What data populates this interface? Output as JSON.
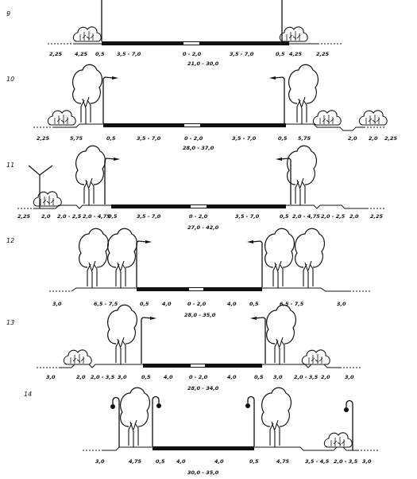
{
  "figure": {
    "sections": [
      {
        "number": "9",
        "widths": [
          "2,25",
          "4,25",
          "0,5",
          "3,5 - 7,0",
          "0 - 2,0",
          "3,5 - 7,0",
          "0,5",
          "4,25",
          "2,25"
        ],
        "total": "21,0 - 30,0"
      },
      {
        "number": "10",
        "widths": [
          "2,25",
          "5,75",
          "0,5",
          "3,5 - 7,0",
          "0 - 2,0",
          "3,5 - 7,0",
          "0,5",
          "5,75",
          "2,0",
          "2,0",
          "2,25"
        ],
        "total": "28,0 - 37,0"
      },
      {
        "number": "11",
        "widths": [
          "2,25",
          "2,0",
          "2,0 - 2,5",
          "2,0 - 4,75",
          "0,5",
          "3,5 - 7,0",
          "0 - 2,0",
          "3,5 - 7,0",
          "0,5",
          "2,0 - 4,75",
          "2,0 - 2,5",
          "2,0",
          "2,25"
        ],
        "total": "27,0 - 42,0"
      },
      {
        "number": "12",
        "widths": [
          "3,0",
          "6,5 - 7,5",
          "0,5",
          "4,0",
          "0 - 2,0",
          "4,0",
          "0,5",
          "6,5 - 7,5",
          "3,0"
        ],
        "total": "28,0 - 35,0"
      },
      {
        "number": "13",
        "widths": [
          "3,0",
          "2,0",
          "2,0 - 3,5",
          "3,0",
          "0,5",
          "4,0",
          "0 - 2,0",
          "4,0",
          "0,5",
          "3,0",
          "2,0 - 3,5",
          "2,0",
          "3,0"
        ],
        "total": "28,0 - 34,0"
      },
      {
        "number": "14",
        "widths": [
          "3,0",
          "4,75",
          "0,5",
          "4,0",
          "4,0",
          "0,5",
          "4,75",
          "3,5 - 4,5",
          "2,0 - 3,5",
          "3,0"
        ],
        "total": "30,0 - 35,0"
      }
    ]
  }
}
